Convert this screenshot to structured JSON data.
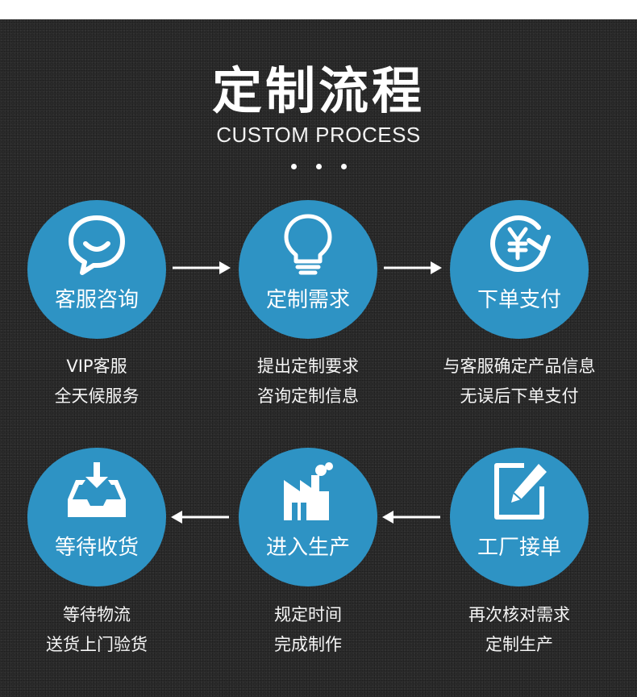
{
  "title": "定制流程",
  "subtitle": "CUSTOM PROCESS",
  "steps": [
    {
      "label": "客服咨询",
      "icon": "chat-bubble-icon",
      "desc1": "VIP客服",
      "desc2": "全天候服务"
    },
    {
      "label": "定制需求",
      "icon": "lightbulb-icon",
      "desc1": "提出定制要求",
      "desc2": "咨询定制信息"
    },
    {
      "label": "下单支付",
      "icon": "yen-refresh-icon",
      "desc1": "与客服确定产品信息",
      "desc2": "无误后下单支付"
    },
    {
      "label": "工厂接单",
      "icon": "edit-pencil-icon",
      "desc1": "再次核对需求",
      "desc2": "定制生产"
    },
    {
      "label": "进入生产",
      "icon": "factory-icon",
      "desc1": "规定时间",
      "desc2": "完成制作"
    },
    {
      "label": "等待收货",
      "icon": "inbox-download-icon",
      "desc1": "等待物流",
      "desc2": "送货上门验货"
    }
  ],
  "colors": {
    "circle": "#2e93c4",
    "background": "#2b2b2b"
  }
}
